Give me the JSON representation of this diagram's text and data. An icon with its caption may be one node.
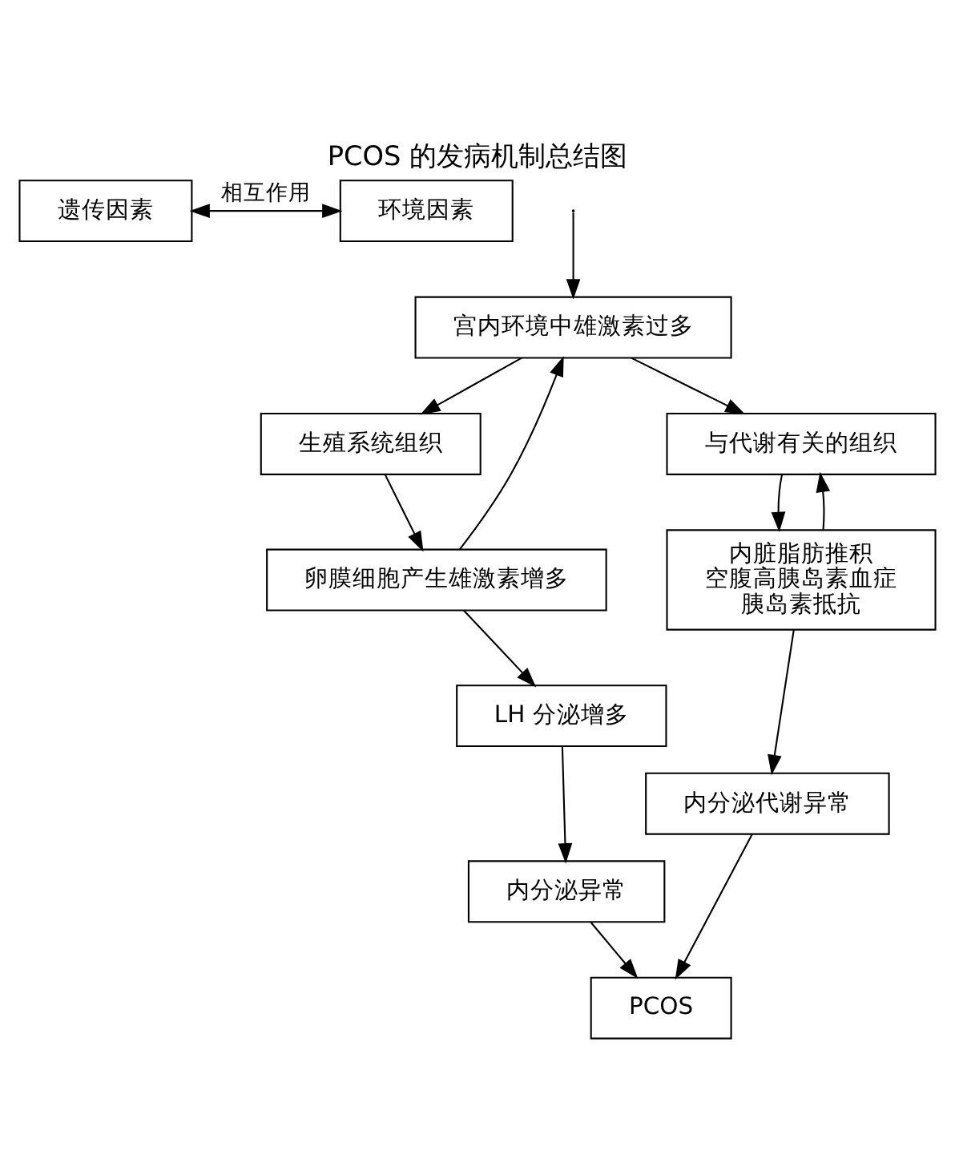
{
  "diagram": {
    "title": "PCOS 的发病机制总结图",
    "nodes": [
      {
        "text": [
          "遗传因素"
        ]
      },
      {
        "text": [
          "环境因素"
        ]
      },
      {
        "text": [
          "宫内环境中雄激素过多"
        ]
      },
      {
        "text": [
          "生殖系统组织"
        ]
      },
      {
        "text": [
          "与代谢有关的组织"
        ]
      },
      {
        "text": [
          "卵膜细胞产生雄激素增多"
        ]
      },
      {
        "text": [
          "LH 分泌增多"
        ]
      },
      {
        "text": [
          "内分泌异常"
        ]
      },
      {
        "text": [
          "内脏脂肪推积",
          "空腹高胰岛素血症",
          "胰岛素抵抗"
        ]
      },
      {
        "text": [
          "内分泌代谢异常"
        ]
      },
      {
        "text": [
          "PCOS"
        ]
      }
    ],
    "edges": [
      {
        "from": 0,
        "to": 1,
        "arrow": "both",
        "label": "相互作用"
      },
      {
        "from": null,
        "to": 2,
        "arrow": "to"
      },
      {
        "from": 2,
        "to": 3,
        "arrow": "to"
      },
      {
        "from": 2,
        "to": 4,
        "arrow": "to"
      },
      {
        "from": 3,
        "to": 5,
        "arrow": "to"
      },
      {
        "from": 5,
        "to": 2,
        "arrow": "to"
      },
      {
        "from": 5,
        "to": 6,
        "arrow": "to"
      },
      {
        "from": 6,
        "to": 7,
        "arrow": "to"
      },
      {
        "from": 4,
        "to": 8,
        "arrow": "to"
      },
      {
        "from": 8,
        "to": 4,
        "arrow": "to"
      },
      {
        "from": 8,
        "to": 9,
        "arrow": "to"
      },
      {
        "from": 7,
        "to": 10,
        "arrow": "to"
      },
      {
        "from": 9,
        "to": 10,
        "arrow": "to"
      }
    ]
  }
}
